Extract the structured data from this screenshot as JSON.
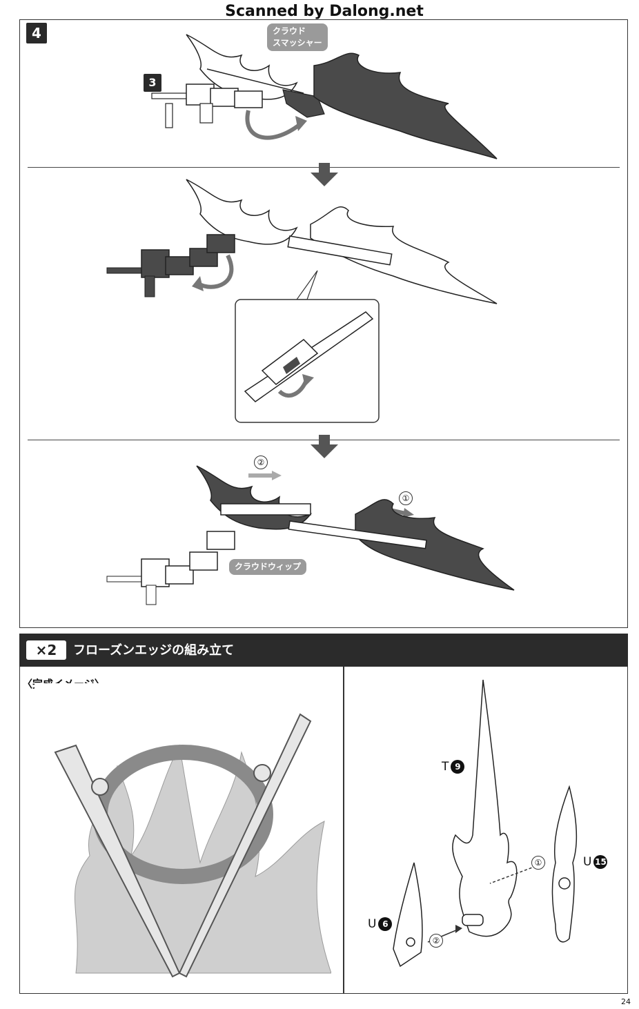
{
  "watermark": "Scanned by Dalong.net",
  "step4": {
    "step_number": "4",
    "sub_step_number": "3",
    "cloud_smasher_label": "クラウド\nスマッシャー",
    "cloud_whip_label": "クラウドウィップ",
    "order_1": "①",
    "order_2": "②"
  },
  "section2": {
    "multiplier": "×2",
    "title": "フローズンエッジの組み立て",
    "image_caption": "〈完成イメージ〉",
    "parts": [
      {
        "runner": "T",
        "number": "9"
      },
      {
        "runner": "U",
        "number": "15"
      },
      {
        "runner": "U",
        "number": "6"
      }
    ],
    "order_1": "①",
    "order_2": "②"
  },
  "page_number": "24",
  "colors": {
    "part_dark": "#4a4a4a",
    "pill_gray": "#9a9a9a",
    "header_bar": "#2b2b2b"
  }
}
